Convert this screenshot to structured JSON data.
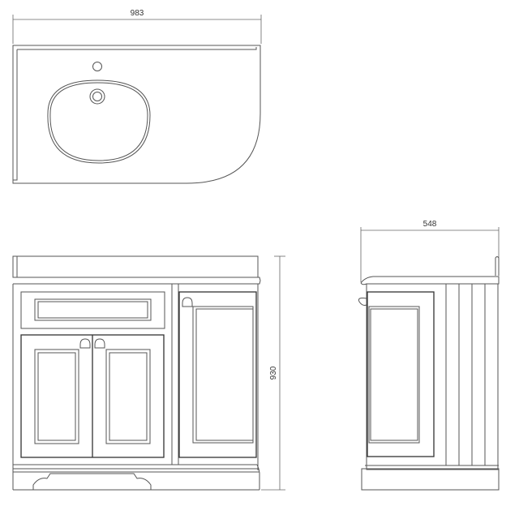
{
  "drawing": {
    "top_view": {
      "width_label": "983"
    },
    "front_view": {
      "height_label": "930"
    },
    "side_view": {
      "depth_label": "548"
    }
  },
  "colors": {
    "line": "#555555",
    "background": "#ffffff"
  }
}
